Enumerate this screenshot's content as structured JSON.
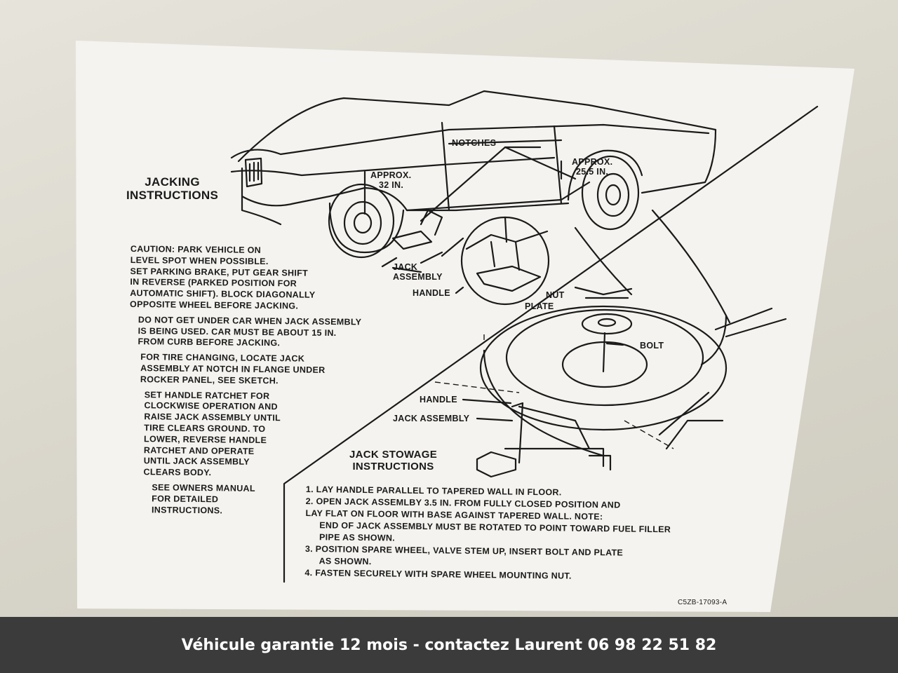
{
  "sticker": {
    "title": [
      "JACKING",
      "INSTRUCTIONS"
    ],
    "diagram_labels": {
      "notches": "NOTCHES",
      "approx_front": [
        "APPROX.",
        "32 IN."
      ],
      "approx_rear": [
        "APPROX.",
        "25.5 IN."
      ],
      "jack_assembly": [
        "JACK",
        "ASSEMBLY"
      ],
      "handle": "HANDLE",
      "nut": "NUT",
      "plate": "PLATE",
      "bolt": "BOLT",
      "stow_handle": "HANDLE",
      "stow_jack_assembly": "JACK ASSEMBLY"
    },
    "caution_paragraphs": [
      [
        "CAUTION: PARK VEHICLE ON",
        "LEVEL SPOT WHEN POSSIBLE.",
        "SET PARKING BRAKE, PUT GEAR SHIFT",
        "IN REVERSE (PARKED POSITION FOR",
        "AUTOMATIC SHIFT). BLOCK DIAGONALLY",
        "OPPOSITE WHEEL BEFORE JACKING."
      ],
      [
        "DO NOT GET UNDER CAR WHEN JACK ASSEMBLY",
        "IS BEING USED. CAR MUST BE ABOUT 15 IN.",
        "FROM CURB BEFORE JACKING."
      ],
      [
        "FOR TIRE CHANGING, LOCATE JACK",
        "ASSEMBLY AT NOTCH IN FLANGE UNDER",
        "ROCKER PANEL, SEE SKETCH."
      ],
      [
        "SET HANDLE RATCHET FOR",
        "CLOCKWISE OPERATION AND",
        "RAISE JACK ASSEMBLY UNTIL",
        "TIRE CLEARS GROUND. TO",
        "LOWER, REVERSE HANDLE",
        "RATCHET AND OPERATE",
        "UNTIL JACK ASSEMBLY",
        "CLEARS BODY."
      ],
      [
        "SEE OWNERS MANUAL",
        "FOR DETAILED",
        "INSTRUCTIONS."
      ]
    ],
    "stowage_title": [
      "JACK STOWAGE",
      "INSTRUCTIONS"
    ],
    "stowage_steps": [
      "1.  LAY HANDLE PARALLEL TO TAPERED WALL IN FLOOR.",
      "2.  OPEN JACK ASSEMLBY 3.5 IN. FROM FULLY CLOSED POSITION AND",
      "LAY FLAT ON FLOOR WITH BASE AGAINST TAPERED WALL. NOTE:",
      "END OF JACK ASSEMBLY MUST BE ROTATED TO POINT TOWARD FUEL FILLER",
      "PIPE AS SHOWN.",
      "3.  POSITION SPARE WHEEL, VALVE STEM UP, INSERT BOLT AND PLATE",
      "AS SHOWN.",
      "4.  FASTEN SECURELY WITH SPARE WHEEL MOUNTING NUT."
    ],
    "part_code": "C5ZB-17093-A"
  },
  "banner": {
    "text": "Véhicule garantie 12 mois - contactez Laurent 06 98 22 51 82",
    "background": "#3b3b3b",
    "color": "#ffffff"
  }
}
